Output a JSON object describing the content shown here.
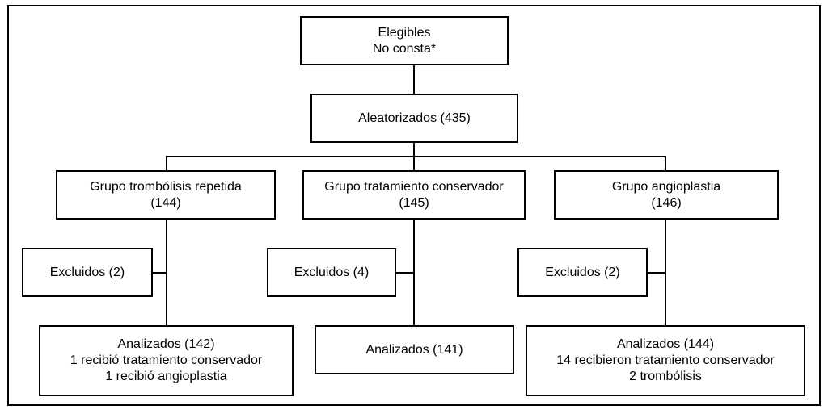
{
  "elegibles": {
    "line1": "Elegibles",
    "line2": "No consta*"
  },
  "aleatorizados": "Aleatorizados (435)",
  "groups": [
    {
      "name": "Grupo trombólisis repetida",
      "count": "(144)",
      "excluded": "Excluidos (2)",
      "analyzed": [
        "Analizados (142)",
        "1 recibió tratamiento conservador",
        "1 recibió angioplastia"
      ]
    },
    {
      "name": "Grupo tratamiento conservador",
      "count": "(145)",
      "excluded": "Excluidos (4)",
      "analyzed": [
        "Analizados (141)"
      ]
    },
    {
      "name": "Grupo angioplastia",
      "count": "(146)",
      "excluded": "Excluidos (2)",
      "analyzed": [
        "Analizados (144)",
        "14 recibieron tratamiento conservador",
        "2 trombólisis"
      ]
    }
  ]
}
